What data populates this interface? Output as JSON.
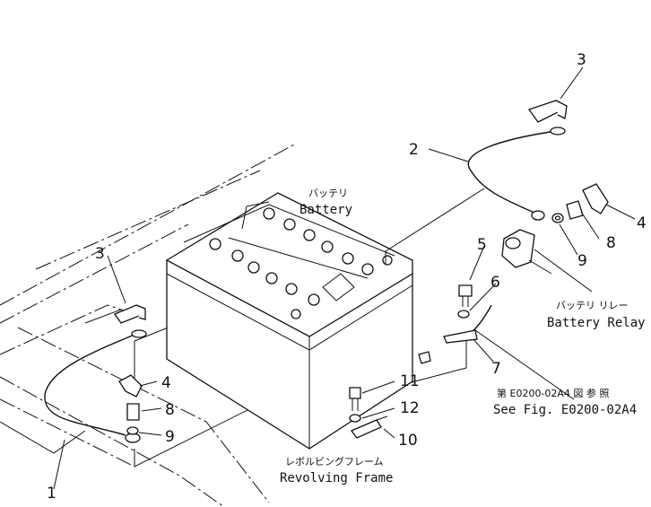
{
  "callouts": {
    "n1": "1",
    "n2": "2",
    "n3_top": "3",
    "n3_left": "3",
    "n4_right": "4",
    "n4_left": "4",
    "n5": "5",
    "n6": "6",
    "n7": "7",
    "n8_right": "8",
    "n8_left": "8",
    "n9_right": "9",
    "n9_left": "9",
    "n10": "10",
    "n11": "11",
    "n12": "12"
  },
  "labels": {
    "battery_jp": "バッテリ",
    "battery_en": "Battery",
    "relay_jp": "バッテリ  リレー",
    "relay_en": "Battery Relay",
    "ref_jp": "第 E0200-02A4 図 参 照",
    "ref_en": "See Fig. E0200-02A4",
    "frame_jp": "レボルビングフレーム",
    "frame_en": "Revolving Frame"
  }
}
